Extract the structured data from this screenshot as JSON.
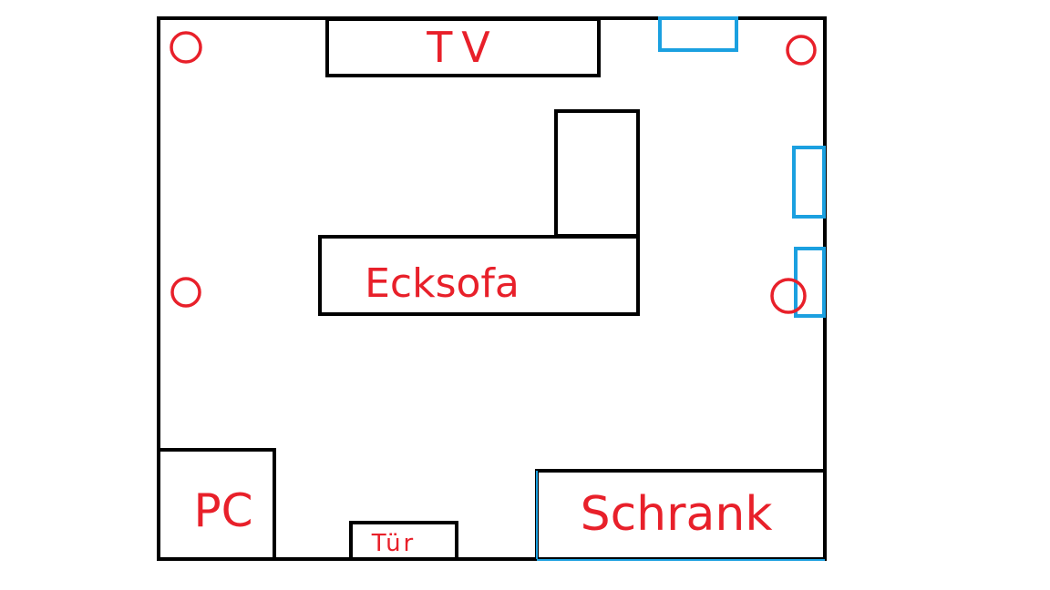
{
  "diagram": {
    "labels": {
      "tv": "TV",
      "ecksofa": "Ecksofa",
      "pc": "PC",
      "tuer": "Tür",
      "schrank": "Schrank"
    },
    "colors": {
      "wall": "#000000",
      "furniture": "#000000",
      "label": "#e8202a",
      "speaker": "#e8202a",
      "window": "#1ba0e0",
      "background": "#ffffff"
    },
    "legend_icons": {
      "speaker": "circle-marker-icon",
      "window": "window-rect-icon"
    }
  }
}
